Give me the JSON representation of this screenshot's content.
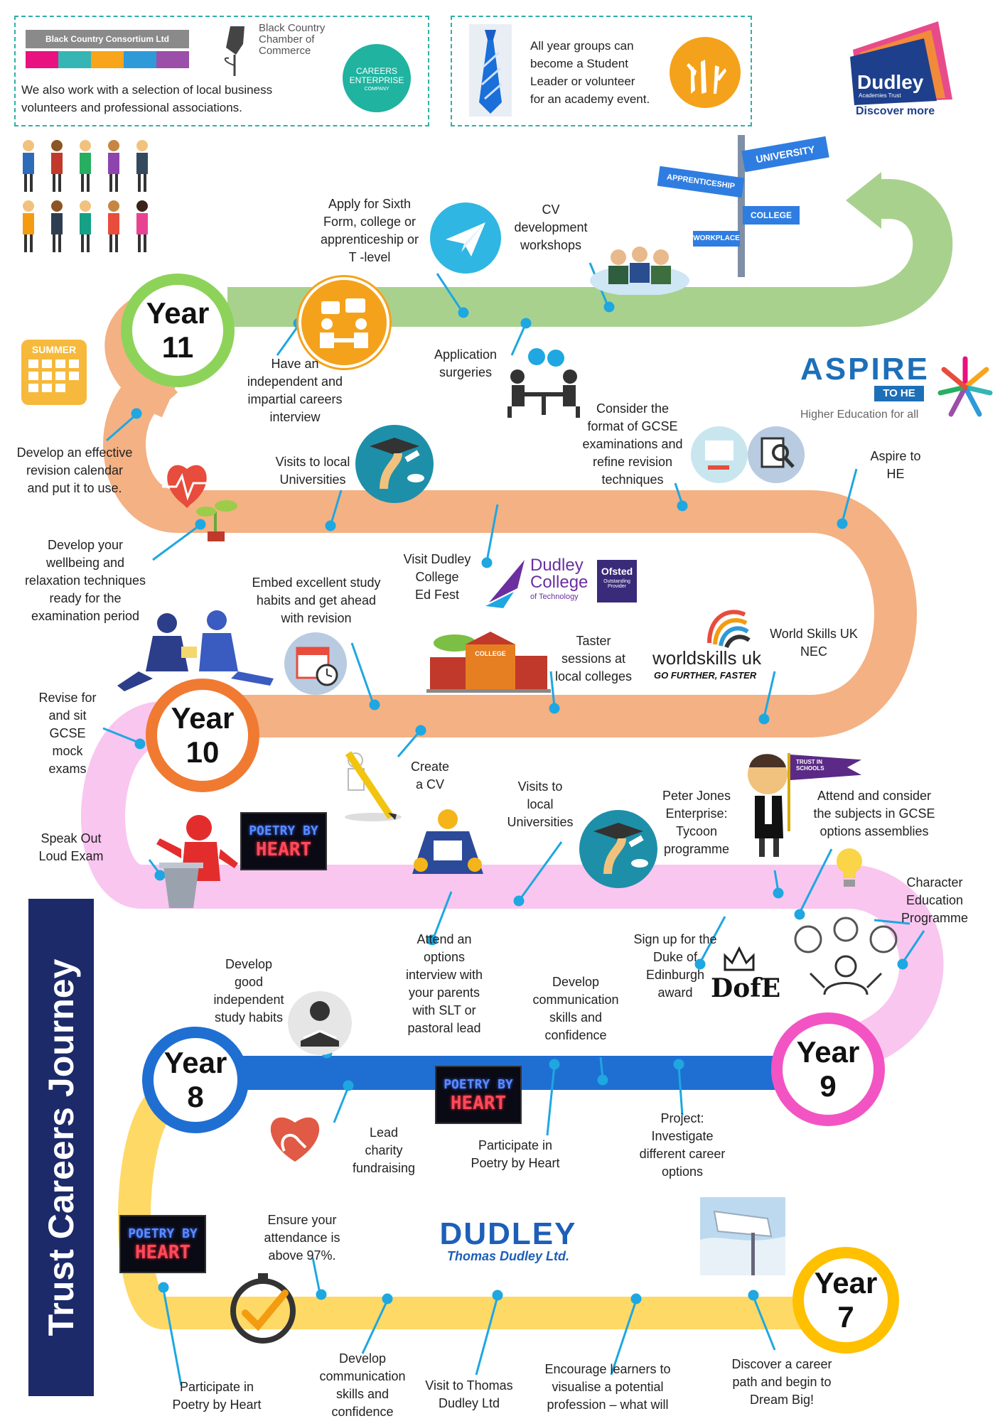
{
  "title": "Trust Careers Journey",
  "partners_box": {
    "consortium": "Black Country Consortium Ltd",
    "chamber": "Black Country\nChamber of\nCommerce",
    "careers": "CAREERS\nENTERPRISE",
    "careers_sub": "COMPANY",
    "text": "We also work with a selection of local business\nvolunteers and professional associations."
  },
  "leader_box": {
    "text": "All year groups can\nbecome a Student\nLeader or volunteer\nfor an academy event."
  },
  "trust_logo": {
    "name": "Dudley",
    "sub": "Academies Trust",
    "tagline": "Discover more"
  },
  "signpost": {
    "university": "UNIVERSITY",
    "apprenticeship": "APPRENTICESHIP",
    "college": "COLLEGE",
    "workplace": "WORKPLACE"
  },
  "aspire": {
    "name": "ASPIRE",
    "sub": "TO HE",
    "tagline": "Higher Education for all"
  },
  "calendar_word": "SUMMER",
  "dudley_college": {
    "name": "Dudley\nCollege",
    "sub": "of Technology",
    "ofsted": "Ofsted",
    "ofsted_sub": "Outstanding\nProvider"
  },
  "worldskills": {
    "name": "worldskills uk",
    "tagline": "GO FURTHER, FASTER"
  },
  "college_building": "COLLEGE",
  "poetry_logo": {
    "line1": "POETRY BY",
    "line2": "HEART"
  },
  "dofe_logo": "DofE",
  "thomas_dudley": {
    "name": "DUDLEY",
    "sub": "Thomas Dudley Ltd."
  },
  "flag_text": "TRUST IN SCHOOLS",
  "years": [
    {
      "label": "Year",
      "num": "11"
    },
    {
      "label": "Year",
      "num": "10"
    },
    {
      "label": "Year",
      "num": "9"
    },
    {
      "label": "Year",
      "num": "8"
    },
    {
      "label": "Year",
      "num": "7"
    }
  ],
  "labels": {
    "apply": "Apply for Sixth\nForm, college or\napprenticeship or\nT -level",
    "cv_workshops": "CV\ndevelopment\nworkshops",
    "careers_interview": "Have an\nindependent and\nimpartial careers\ninterview",
    "application_surgeries": "Application\nsurgeries",
    "revision_calendar": "Develop an effective\nrevision calendar\nand put it to use.",
    "visits_universities_11": "Visits to local\nUniversities",
    "gcse_format": "Consider the\nformat of GCSE\nexaminations and\nrefine revision\ntechniques",
    "aspire_he": "Aspire to\nHE",
    "wellbeing": "Develop your\nwellbeing and\nrelaxation techniques\nready for the\nexamination period",
    "ed_fest": "Visit Dudley\nCollege\nEd Fest",
    "study_habits": "Embed excellent study\nhabits and get ahead\nwith revision",
    "taster": "Taster\nsessions at\nlocal colleges",
    "worldskills_nec": "World Skills UK\nNEC",
    "mock_exams": "Revise for\nand sit\nGCSE\nmock\nexams",
    "create_cv": "Create\na CV",
    "visits_universities_10": "Visits to\nlocal\nUniversities",
    "peter_jones": "Peter Jones\nEnterprise:\nTycoon\nprogramme",
    "options_assemblies": "Attend and consider\nthe subjects in GCSE\noptions assemblies",
    "speak_out": "Speak Out\nLoud Exam",
    "character_education": "Character\nEducation\nProgramme",
    "options_interview": "Attend an\noptions\ninterview with\nyour parents\nwith SLT or\npastoral lead",
    "duke_edinburgh": "Sign up for the\nDuke of\nEdinburgh\naward",
    "independent_study": "Develop\ngood\nindependent\nstudy habits",
    "communication_8": "Develop\ncommunication\nskills and\nconfidence",
    "charity": "Lead\ncharity\nfundraising",
    "poetry_8": "Participate in\nPoetry by Heart",
    "project_careers": "Project:\nInvestigate\ndifferent career\noptions",
    "attendance": "Ensure your\nattendance is\nabove 97%.",
    "poetry_7": "Participate in\nPoetry by Heart",
    "communication_7": "Develop\ncommunication\nskills and\nconfidence",
    "visit_thomas": "Visit to Thomas\nDudley Ltd",
    "encourage": "Encourage learners to\nvisualise a potential\nprofession – what will",
    "discover": "Discover a career\npath and begin to\nDream Big!"
  },
  "colors": {
    "green": "#a9d18e",
    "orange": "#f4b183",
    "pink": "#f9c6f0",
    "blue": "#1f6fd2",
    "yellow": "#ffd966",
    "teal": "#2fb0a8",
    "navy": "#1c2a6a",
    "pointer": "#1ea7e1"
  },
  "icons": [
    "paper-plane-icon",
    "meeting-icon",
    "team-icon",
    "calendar-icon",
    "heart-rate-icon",
    "graduation-icon",
    "books-icon",
    "clock-icon",
    "pencil-icon",
    "lectern-icon",
    "lightbulb-icon",
    "charity-heart-icon",
    "target-icon",
    "handshake-icon"
  ]
}
